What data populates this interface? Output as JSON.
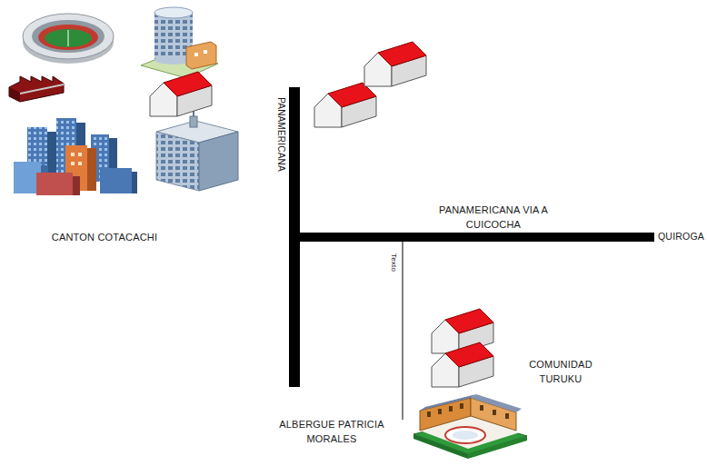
{
  "diagram": {
    "labels": [
      "PANAMERICANA",
      "PANAMERICANA VIA A CUICOCHA",
      "QUIROGA",
      "CANTON COTACACHI",
      "Texto",
      "COMUNIDAD TURUKU",
      "ALBERGUE PATRICIA MORALES"
    ]
  }
}
